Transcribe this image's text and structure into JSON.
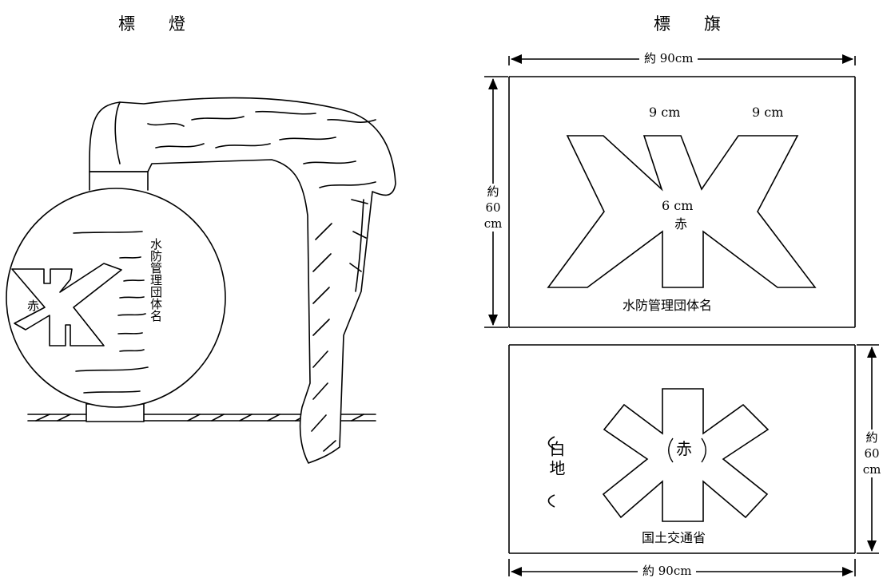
{
  "titles": {
    "left": "標　　燈",
    "right": "標　　旗"
  },
  "lantern": {
    "mark_color": "赤",
    "org_name": "水防管理団体名"
  },
  "flag_top": {
    "width_label": "約 90cm",
    "height_label": [
      "約",
      "60",
      "cm"
    ],
    "arm_width_left": "9 cm",
    "arm_width_right": "9 cm",
    "center_width": "6 cm",
    "mark_color": "赤",
    "org_name": "水防管理団体名"
  },
  "flag_bottom": {
    "ground_label": "白地",
    "mark_color": "赤",
    "org_name": "国土交通省",
    "width_label": "約 90cm",
    "height_label": [
      "約",
      "60",
      "cm"
    ]
  }
}
